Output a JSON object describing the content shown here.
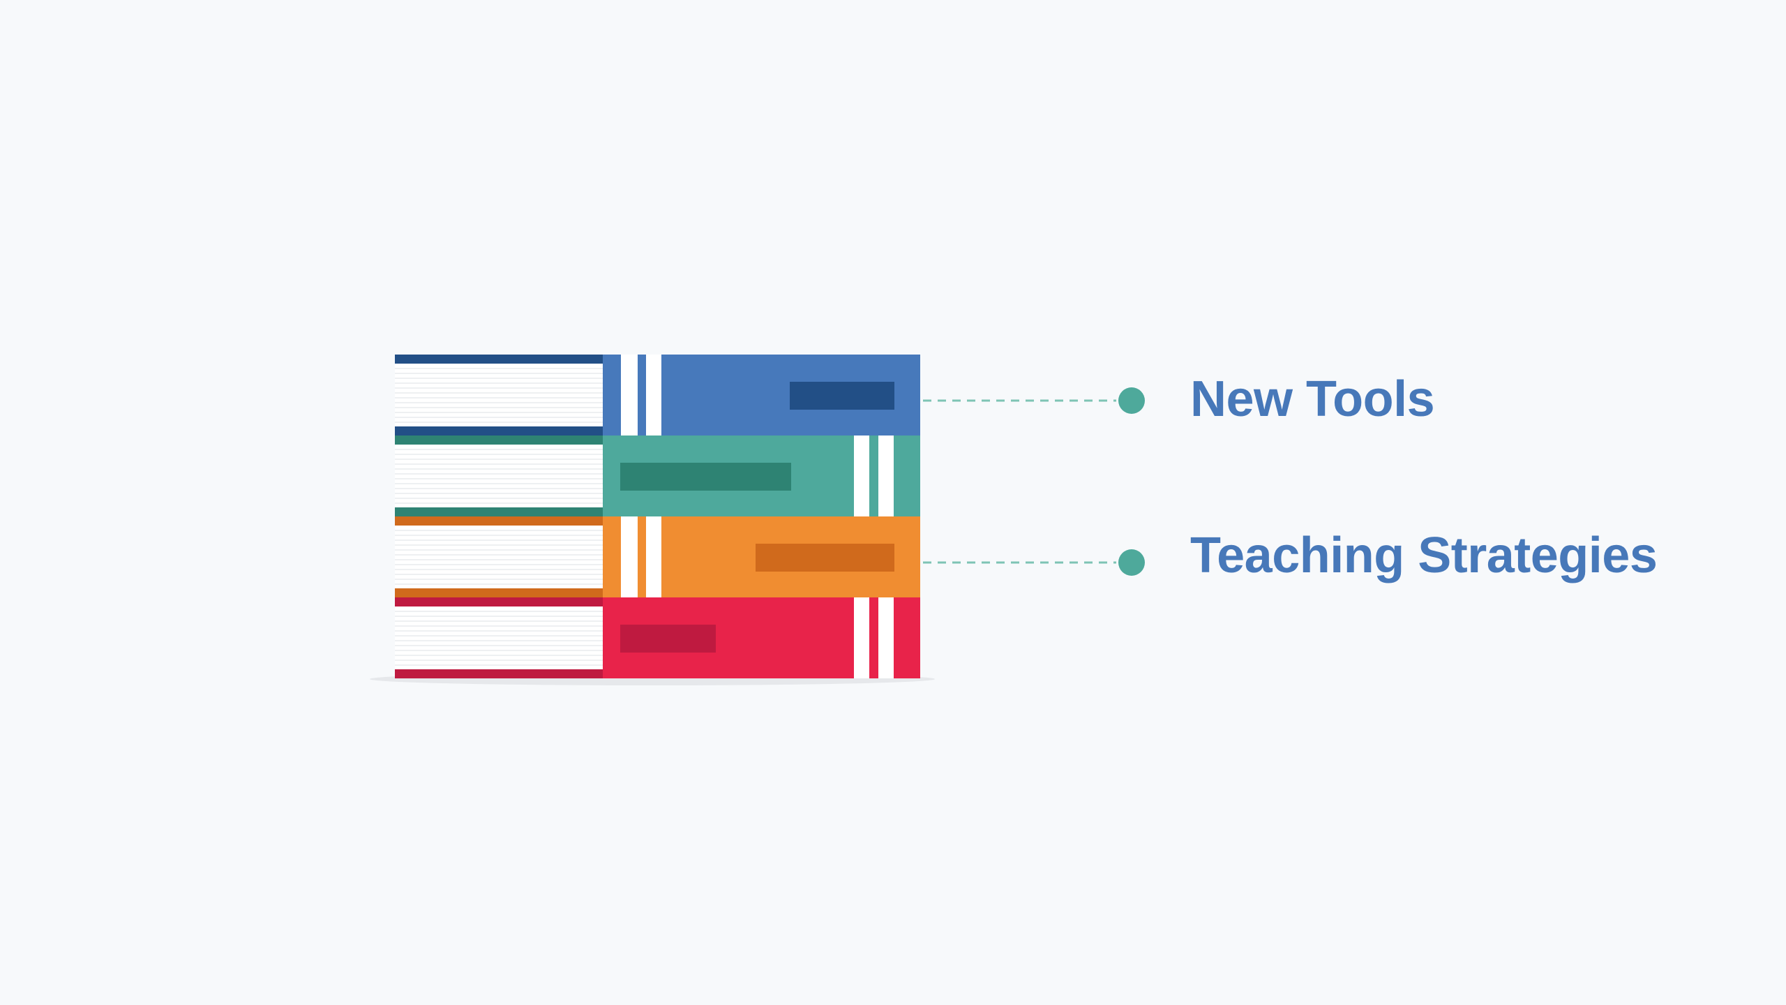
{
  "colors": {
    "background": "#f7f9fb",
    "label_text": "#4778b9",
    "connector": "#7ec4b4",
    "dot": "#4ea99b",
    "pages": "#ffffff",
    "page_lines": "#e3e6ea",
    "shadow": "#e6e8eb"
  },
  "books": [
    {
      "name": "blue",
      "cover": "#4779bb",
      "band": "#224f86",
      "label_side": "right",
      "stripe_side": "left"
    },
    {
      "name": "teal",
      "cover": "#4ea99c",
      "band": "#2e8373",
      "label_side": "left",
      "stripe_side": "right"
    },
    {
      "name": "orange",
      "cover": "#f08d31",
      "band": "#d06a1c",
      "label_side": "right",
      "stripe_side": "left"
    },
    {
      "name": "red",
      "cover": "#e8234a",
      "band": "#bf1a40",
      "label_side": "left",
      "stripe_side": "right"
    }
  ],
  "callouts": [
    {
      "text": "New Tools",
      "book_index": 0
    },
    {
      "text": "Teaching Strategies",
      "book_index": 2
    }
  ]
}
